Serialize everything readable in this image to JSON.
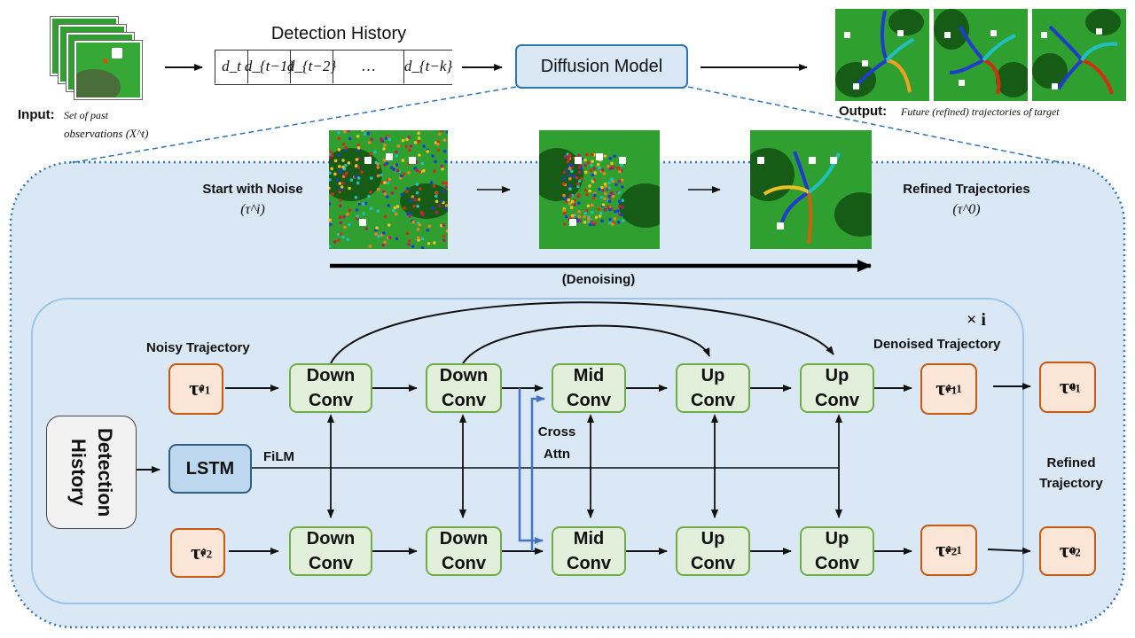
{
  "input": {
    "label": "Input:",
    "caption_line1": "Set of past",
    "caption_line2": "observations",
    "caption_symbol": "(X^t)"
  },
  "detection_history_strip": {
    "title": "Detection History",
    "cells": [
      "d_t",
      "d_{t−1}",
      "d_{t−2}",
      "…",
      "d_{t−k}"
    ]
  },
  "diffusion_model": {
    "label": "Diffusion Model"
  },
  "output": {
    "label": "Output:",
    "caption": "Future (refined) trajectories of target"
  },
  "denoising_panel": {
    "start_label": "Start with Noise",
    "start_symbol": "(τ^i)",
    "refined_label": "Refined Trajectories",
    "refined_symbol": "(τ^0)",
    "process_label": "(Denoising)"
  },
  "network": {
    "repeat_label": "× i",
    "noisy_label": "Noisy Trajectory",
    "denoised_label": "Denoised Trajectory",
    "refined_label_line1": "Refined",
    "refined_label_line2": "Trajectory",
    "detection_history_label": "Detection History",
    "lstm_label": "LSTM",
    "film_label": "FiLM",
    "cross_attn_line1": "Cross",
    "cross_attn_line2": "Attn",
    "blocks": {
      "down1": "Down Conv",
      "down2": "Down Conv",
      "mid": "Mid Conv",
      "up1": "Up Conv",
      "up2": "Up Conv"
    },
    "agents": [
      {
        "input_symbol": "τ^i_{a1}",
        "denoised_symbol": "τ^{i−1}_{a1}",
        "refined_symbol": "τ^0_{a1}"
      },
      {
        "input_symbol": "τ^i_{a2}",
        "denoised_symbol": "τ^{i−1}_{a2}",
        "refined_symbol": "τ^0_{a2}"
      }
    ]
  },
  "colors": {
    "panel_bg": "#dae8f6",
    "dotted_border": "#2e75b6",
    "conv_fill": "#e2efda",
    "conv_border": "#70ad47",
    "tau_fill": "#fbe5d6",
    "tau_border": "#c55a11",
    "lstm_fill": "#bdd7ee",
    "cross_attn_arrow": "#4472c4",
    "map_green": "#2fa02f"
  }
}
